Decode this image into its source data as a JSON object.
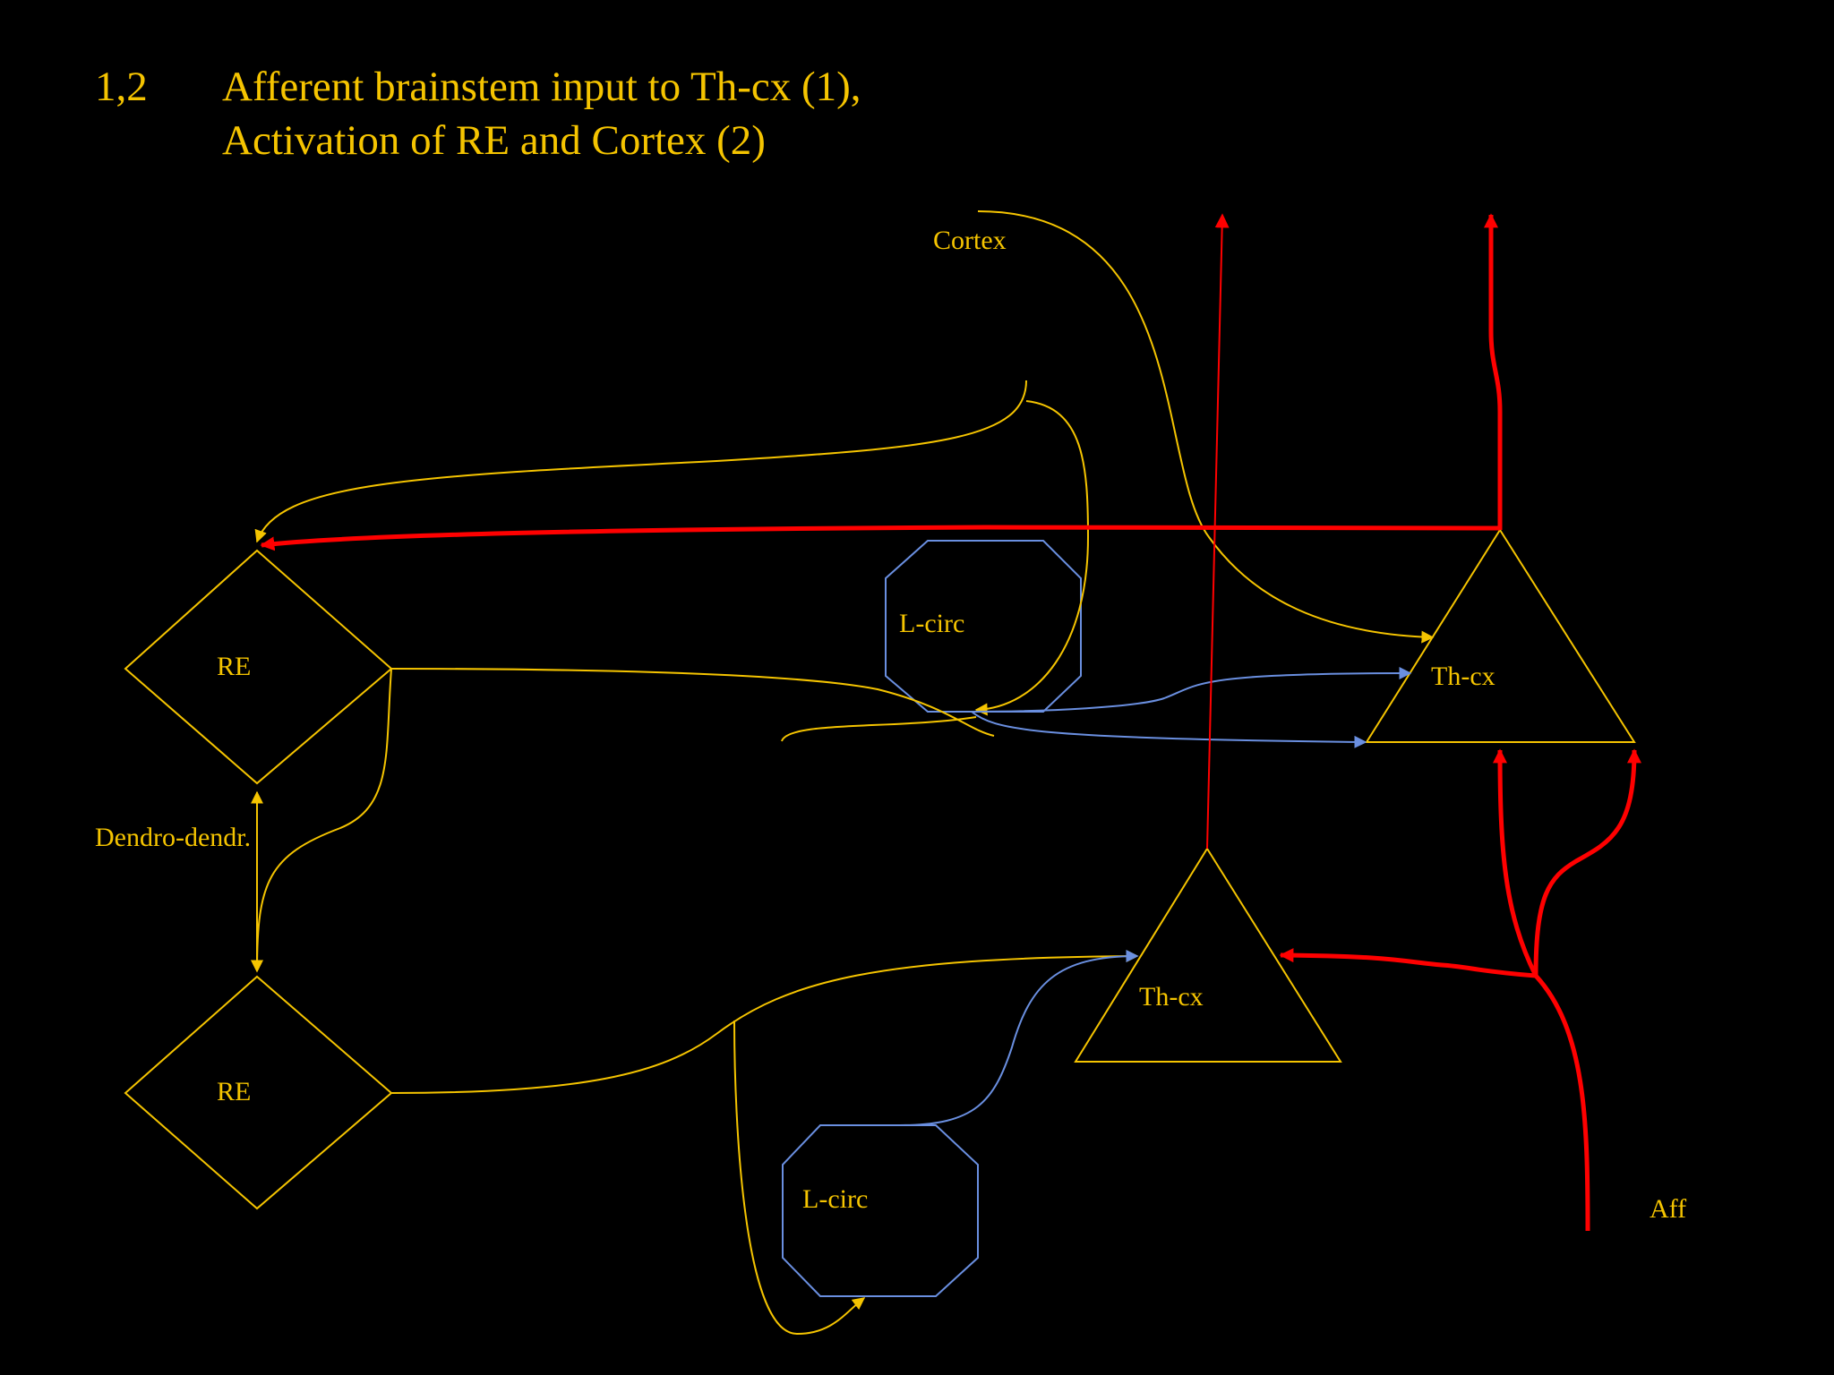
{
  "slide": {
    "number": "1,2",
    "title_line1": "Afferent brainstem input to Th-cx (1),",
    "title_line2": "Activation of RE and Cortex (2)"
  },
  "labels": {
    "cortex": "Cortex",
    "re_upper": "RE",
    "re_lower": "RE",
    "dendro": "Dendro-dendr.",
    "lcirc_upper": "L-circ",
    "lcirc_lower": "L-circ",
    "thcx_right": "Th-cx",
    "thcx_lower": "Th-cx",
    "aff": "Aff"
  },
  "colors": {
    "background": "#000000",
    "yellow": "#F5C400",
    "blue": "#6A8FE0",
    "red": "#FF0000"
  }
}
